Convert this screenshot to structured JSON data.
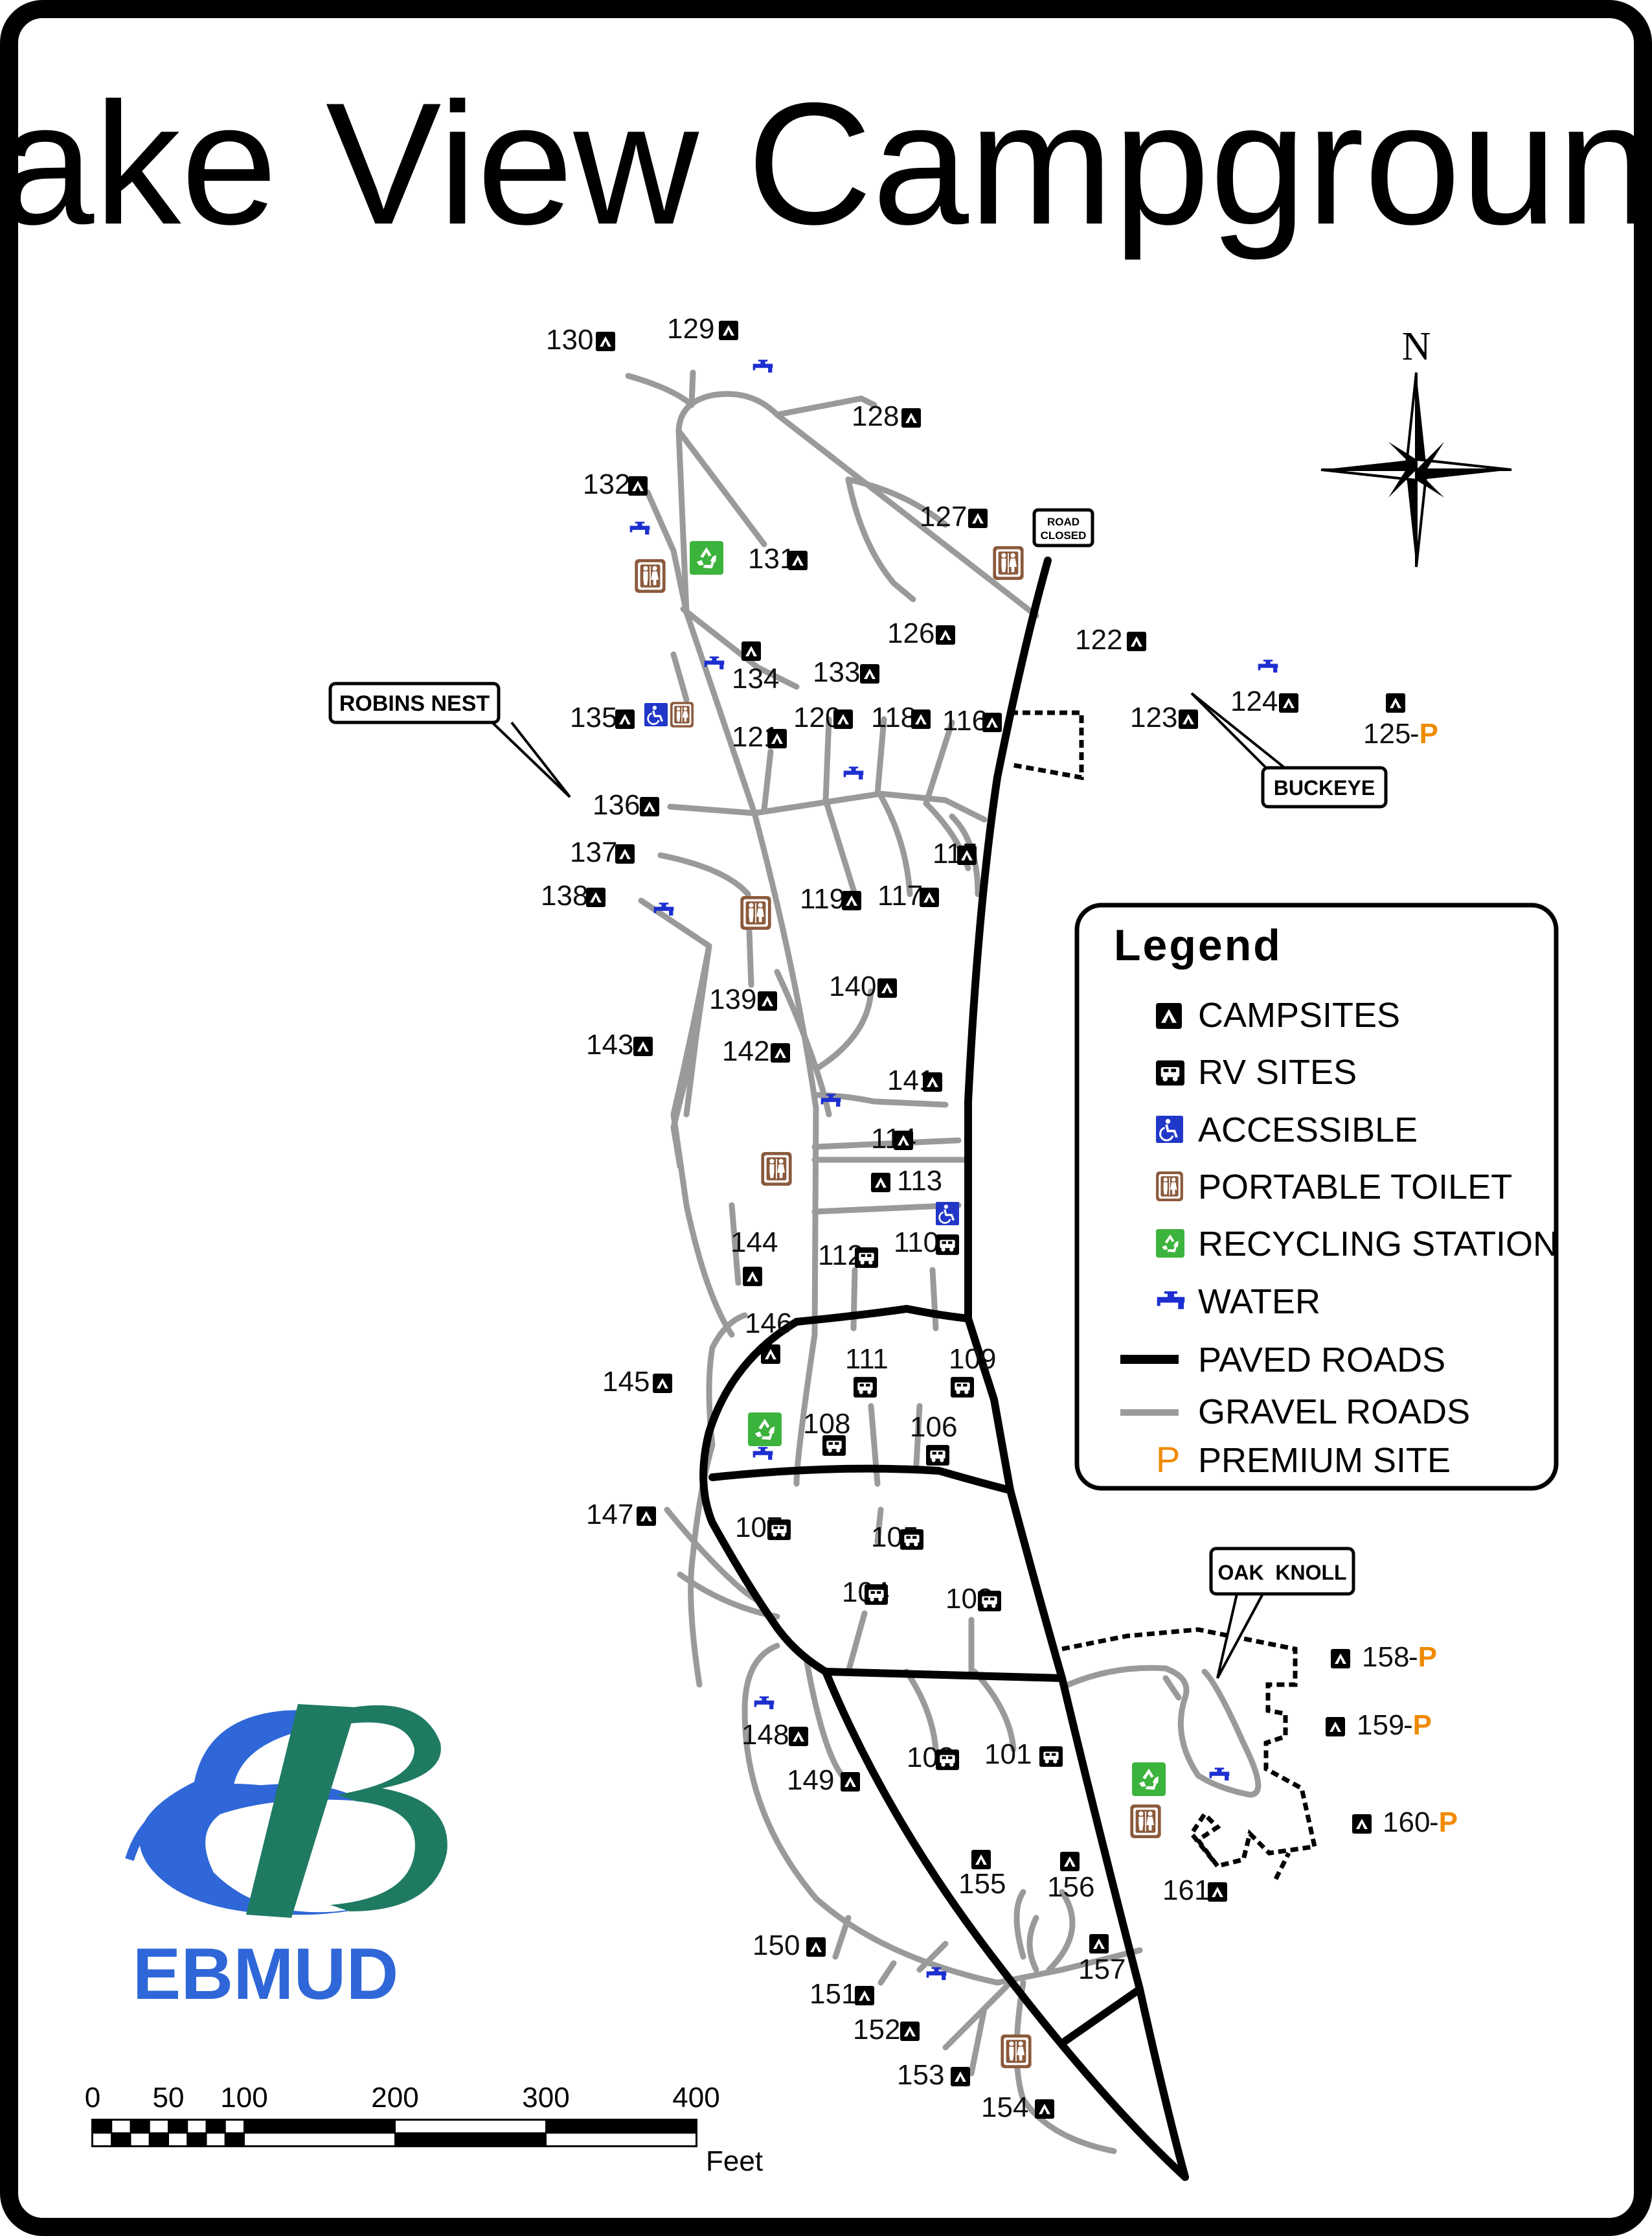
{
  "title": "Lake View Campground",
  "compass": {
    "north_label": "N"
  },
  "callouts": {
    "road_closed_line1": "ROAD",
    "road_closed_line2": "CLOSED",
    "robins_nest": "ROBINS NEST",
    "buckeye": "BUCKEYE",
    "oak_knoll": "OAK  KNOLL"
  },
  "legend": {
    "title": "Legend",
    "items": [
      {
        "icon": "tent-icon",
        "label": "CAMPSITES"
      },
      {
        "icon": "rv-icon",
        "label": "RV SITES"
      },
      {
        "icon": "wheelchair-icon",
        "label": "ACCESSIBLE"
      },
      {
        "icon": "toilet-icon",
        "label": "PORTABLE TOILET"
      },
      {
        "icon": "recycle-icon",
        "label": "RECYCLING STATION"
      },
      {
        "icon": "water-tap-icon",
        "label": "WATER"
      },
      {
        "icon": "paved-road-line",
        "label": "PAVED ROADS"
      },
      {
        "icon": "gravel-road-line",
        "label": "GRAVEL ROADS"
      },
      {
        "icon": "premium-p-icon",
        "label": "PREMIUM SITE",
        "symbol": "P"
      }
    ]
  },
  "premium_suffix": "-P",
  "sites": [
    {
      "num": "101",
      "kind": "rv"
    },
    {
      "num": "102",
      "kind": "rv"
    },
    {
      "num": "103",
      "kind": "rv"
    },
    {
      "num": "104",
      "kind": "rv"
    },
    {
      "num": "105",
      "kind": "rv"
    },
    {
      "num": "106",
      "kind": "rv"
    },
    {
      "num": "107",
      "kind": "rv"
    },
    {
      "num": "108",
      "kind": "rv"
    },
    {
      "num": "109",
      "kind": "rv"
    },
    {
      "num": "110",
      "kind": "rv"
    },
    {
      "num": "111",
      "kind": "rv"
    },
    {
      "num": "112",
      "kind": "rv"
    },
    {
      "num": "113",
      "kind": "tent"
    },
    {
      "num": "114",
      "kind": "tent"
    },
    {
      "num": "115",
      "kind": "tent"
    },
    {
      "num": "116",
      "kind": "tent"
    },
    {
      "num": "117",
      "kind": "tent"
    },
    {
      "num": "118",
      "kind": "tent"
    },
    {
      "num": "119",
      "kind": "tent"
    },
    {
      "num": "120",
      "kind": "tent"
    },
    {
      "num": "121",
      "kind": "tent"
    },
    {
      "num": "122",
      "kind": "tent"
    },
    {
      "num": "123",
      "kind": "tent"
    },
    {
      "num": "124",
      "kind": "tent"
    },
    {
      "num": "125",
      "kind": "tent",
      "premium": true
    },
    {
      "num": "126",
      "kind": "tent"
    },
    {
      "num": "127",
      "kind": "tent"
    },
    {
      "num": "128",
      "kind": "tent"
    },
    {
      "num": "129",
      "kind": "tent"
    },
    {
      "num": "130",
      "kind": "tent"
    },
    {
      "num": "131",
      "kind": "tent"
    },
    {
      "num": "132",
      "kind": "tent"
    },
    {
      "num": "133",
      "kind": "tent"
    },
    {
      "num": "134",
      "kind": "tent"
    },
    {
      "num": "135",
      "kind": "tent"
    },
    {
      "num": "136",
      "kind": "tent"
    },
    {
      "num": "137",
      "kind": "tent"
    },
    {
      "num": "138",
      "kind": "tent"
    },
    {
      "num": "139",
      "kind": "tent"
    },
    {
      "num": "140",
      "kind": "tent"
    },
    {
      "num": "141",
      "kind": "tent"
    },
    {
      "num": "142",
      "kind": "tent"
    },
    {
      "num": "143",
      "kind": "tent"
    },
    {
      "num": "144",
      "kind": "tent"
    },
    {
      "num": "145",
      "kind": "tent"
    },
    {
      "num": "146",
      "kind": "tent"
    },
    {
      "num": "147",
      "kind": "tent"
    },
    {
      "num": "148",
      "kind": "tent"
    },
    {
      "num": "149",
      "kind": "tent"
    },
    {
      "num": "150",
      "kind": "tent"
    },
    {
      "num": "151",
      "kind": "tent"
    },
    {
      "num": "152",
      "kind": "tent"
    },
    {
      "num": "153",
      "kind": "tent"
    },
    {
      "num": "154",
      "kind": "tent"
    },
    {
      "num": "155",
      "kind": "tent"
    },
    {
      "num": "156",
      "kind": "tent"
    },
    {
      "num": "157",
      "kind": "tent"
    },
    {
      "num": "158",
      "kind": "tent",
      "premium": true
    },
    {
      "num": "159",
      "kind": "tent",
      "premium": true
    },
    {
      "num": "160",
      "kind": "tent",
      "premium": true
    },
    {
      "num": "161",
      "kind": "tent"
    }
  ],
  "scale_bar": {
    "ticks": [
      "0",
      "50",
      "100",
      "200",
      "300",
      "400"
    ],
    "unit": "Feet"
  },
  "logo": {
    "text": "EBMUD"
  },
  "colors": {
    "frame": "#000000",
    "paved_road": "#000000",
    "gravel_road": "#9a9a9a",
    "tent_icon_bg": "#000000",
    "accessible_blue": "#2137c8",
    "toilet_brown": "#8b5a3c",
    "recycling_green": "#3cb33c",
    "water_blue": "#1d2fd0",
    "premium_orange": "#f08a00",
    "logo_blue": "#2f67d8",
    "logo_green": "#1f7a62"
  }
}
